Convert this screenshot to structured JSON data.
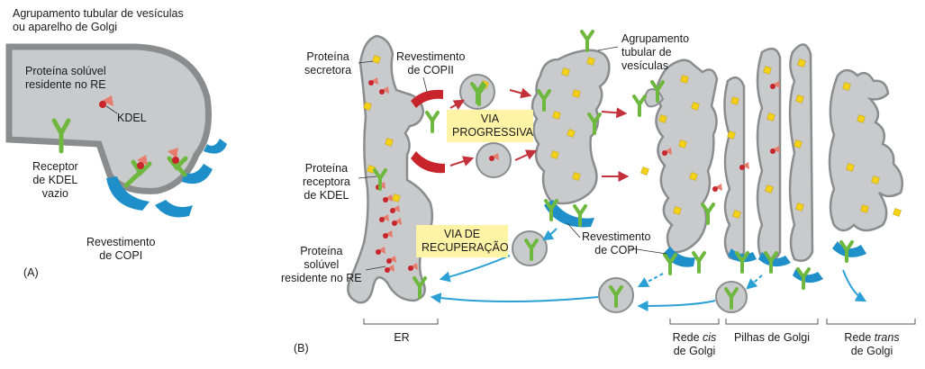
{
  "panel_a": {
    "panel_label": "(A)",
    "title_line1": "Agrupamento tubular de vesículas",
    "title_line2": "ou aparelho de Golgi",
    "soluble_line1": "Proteína solúvel",
    "soluble_line2": "residente no RE",
    "kdel": "KDEL",
    "receptor_line1": "Receptor",
    "receptor_line2": "de KDEL",
    "receptor_line3": "vazio",
    "copi_line1": "Revestimento",
    "copi_line2": "de COPI"
  },
  "panel_b": {
    "panel_label": "(B)",
    "secretory_line1": "Proteína",
    "secretory_line2": "secretora",
    "copii_line1": "Revestimento",
    "copii_line2": "de COPII",
    "cluster_line1": "Agrupamento",
    "cluster_line2": "tubular de",
    "cluster_line3": "vesículas",
    "forward_line1": "VIA",
    "forward_line2": "PROGRESSIVA",
    "kdel_rec_line1": "Proteína",
    "kdel_rec_line2": "receptora",
    "kdel_rec_line3": "de KDEL",
    "retrieval_line1": "VIA DE",
    "retrieval_line2": "RECUPERAÇÃO",
    "copi_line1": "Revestimento",
    "copi_line2": "de COPI",
    "resident_line1": "Proteína",
    "resident_line2": "solúvel",
    "resident_line3": "residente no RE",
    "er": "ER",
    "cis_line1_pre": "Rede ",
    "cis_line1_ital": "cis",
    "cis_line2": "de Golgi",
    "stacks": "Pilhas de Golgi",
    "trans_line1_pre": "Rede ",
    "trans_line1_ital": "trans",
    "trans_line2": "de Golgi"
  },
  "colors": {
    "membrane_fill": "#c9cacb",
    "membrane_stroke": "#8a8c8e",
    "copii_red": "#c8242b",
    "copi_blue": "#1f8fc9",
    "receptor_green": "#6fb83f",
    "cargo_yellow": "#f5d21a",
    "resident_red": "#d9352f",
    "arrow_red": "#c3303a",
    "arrow_blue": "#2aa0d6",
    "highlight_yellow": "#fff3a6"
  }
}
